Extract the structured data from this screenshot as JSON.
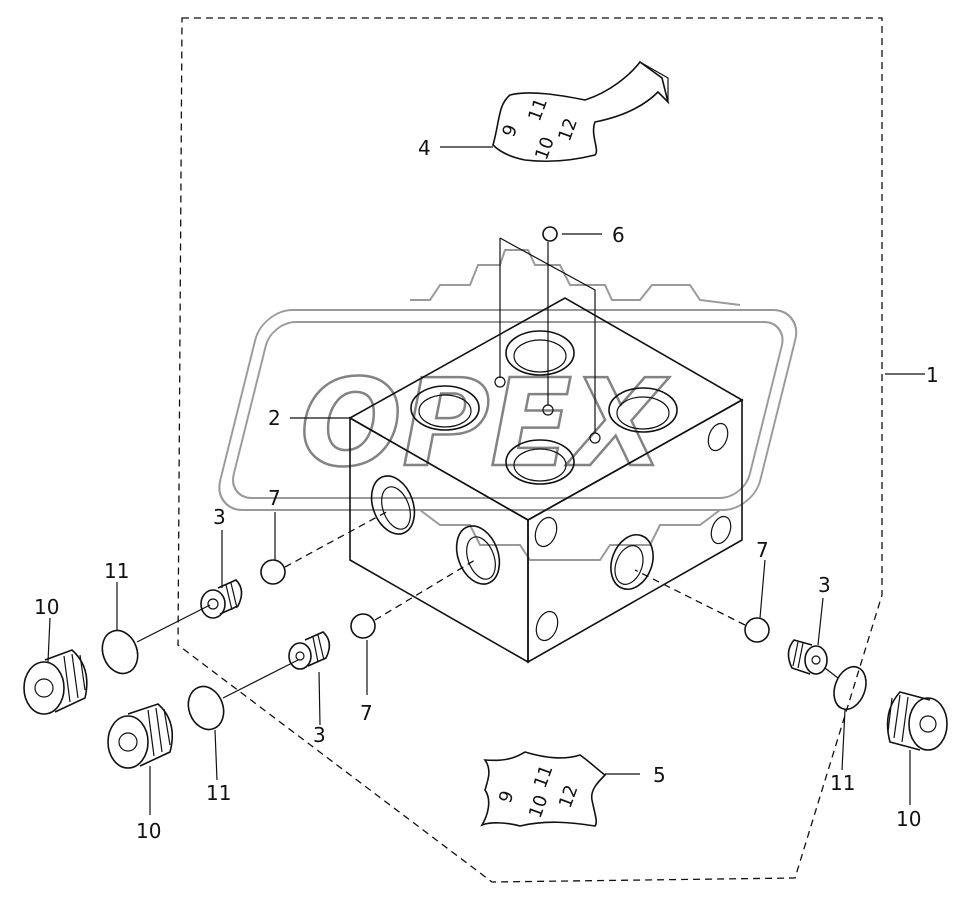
{
  "watermark": {
    "text": "OPEX"
  },
  "callouts": {
    "c1": "1",
    "c2": "2",
    "c3a": "3",
    "c3b": "3",
    "c3c": "3",
    "c4": "4",
    "c5": "5",
    "c6": "6",
    "c7a": "7",
    "c7b": "7",
    "c7c": "7",
    "c10a": "10",
    "c10b": "10",
    "c10c": "10",
    "c11a": "11",
    "c11b": "11",
    "c11c": "11"
  },
  "tag_top": {
    "a": "9",
    "b": "11",
    "c": "12",
    "d": "10"
  },
  "tag_bottom": {
    "a": "9",
    "b": "11",
    "c": "10",
    "d": "12"
  }
}
